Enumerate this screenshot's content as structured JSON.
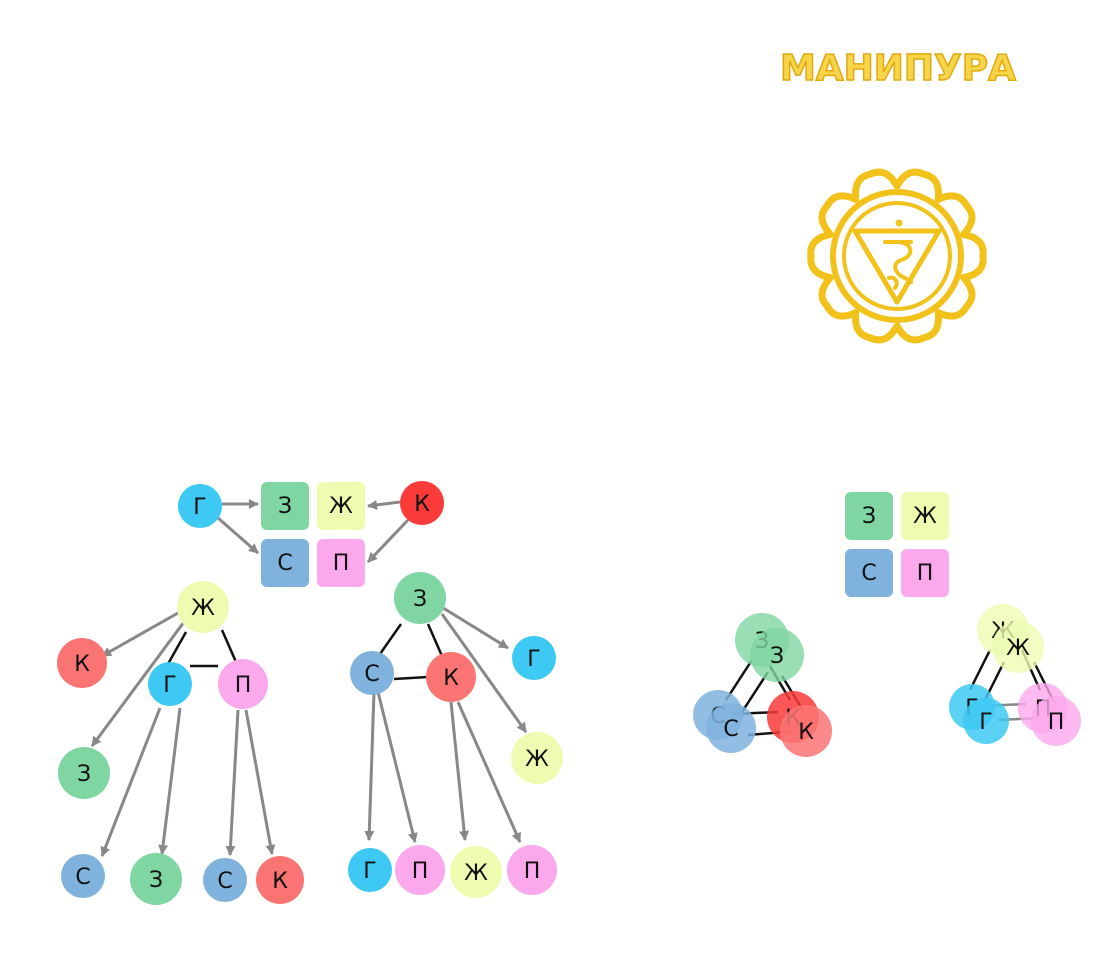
{
  "title": "МАНИПУРА",
  "palette": {
    "З": "#7fd6a3",
    "Ж": "#eefcb1",
    "С": "#7fb3de",
    "П": "#fba9ec",
    "Г": "#3ec9f5",
    "К": "#fb7474",
    "К_bright": "#fb3a3a",
    "edge": "#888888",
    "chakra": "#f2c21a",
    "title_fill": "#f6d54a",
    "title_stroke": "#e2a90e"
  },
  "icons": [
    "manipura-chakra-icon"
  ],
  "legend": {
    "tiles": [
      "З",
      "Ж",
      "С",
      "П"
    ]
  },
  "nodes": {
    "top_g": "Г",
    "top_k": "К",
    "left_root": "Ж",
    "left_k": "К",
    "left_g": "Г",
    "left_p": "П",
    "left_z": "З",
    "left_leaf1": "С",
    "left_leaf2": "З",
    "left_leaf3": "С",
    "left_leaf4": "К",
    "mid_root": "З",
    "mid_s": "С",
    "mid_k": "К",
    "mid_g": "Г",
    "mid_zh": "Ж",
    "mid_leaf1": "Г",
    "mid_leaf2": "П",
    "mid_leaf3": "Ж",
    "mid_leaf4": "П",
    "cl1_z_a": "З",
    "cl1_z_b": "З",
    "cl1_s_a": "С",
    "cl1_s_b": "С",
    "cl1_k_a": "К",
    "cl1_k_b": "К",
    "cl2_zh_a": "Ж",
    "cl2_zh_b": "Ж",
    "cl2_g_a": "Г",
    "cl2_g_b": "Г",
    "cl2_p_a": "П",
    "cl2_p_b": "П"
  }
}
